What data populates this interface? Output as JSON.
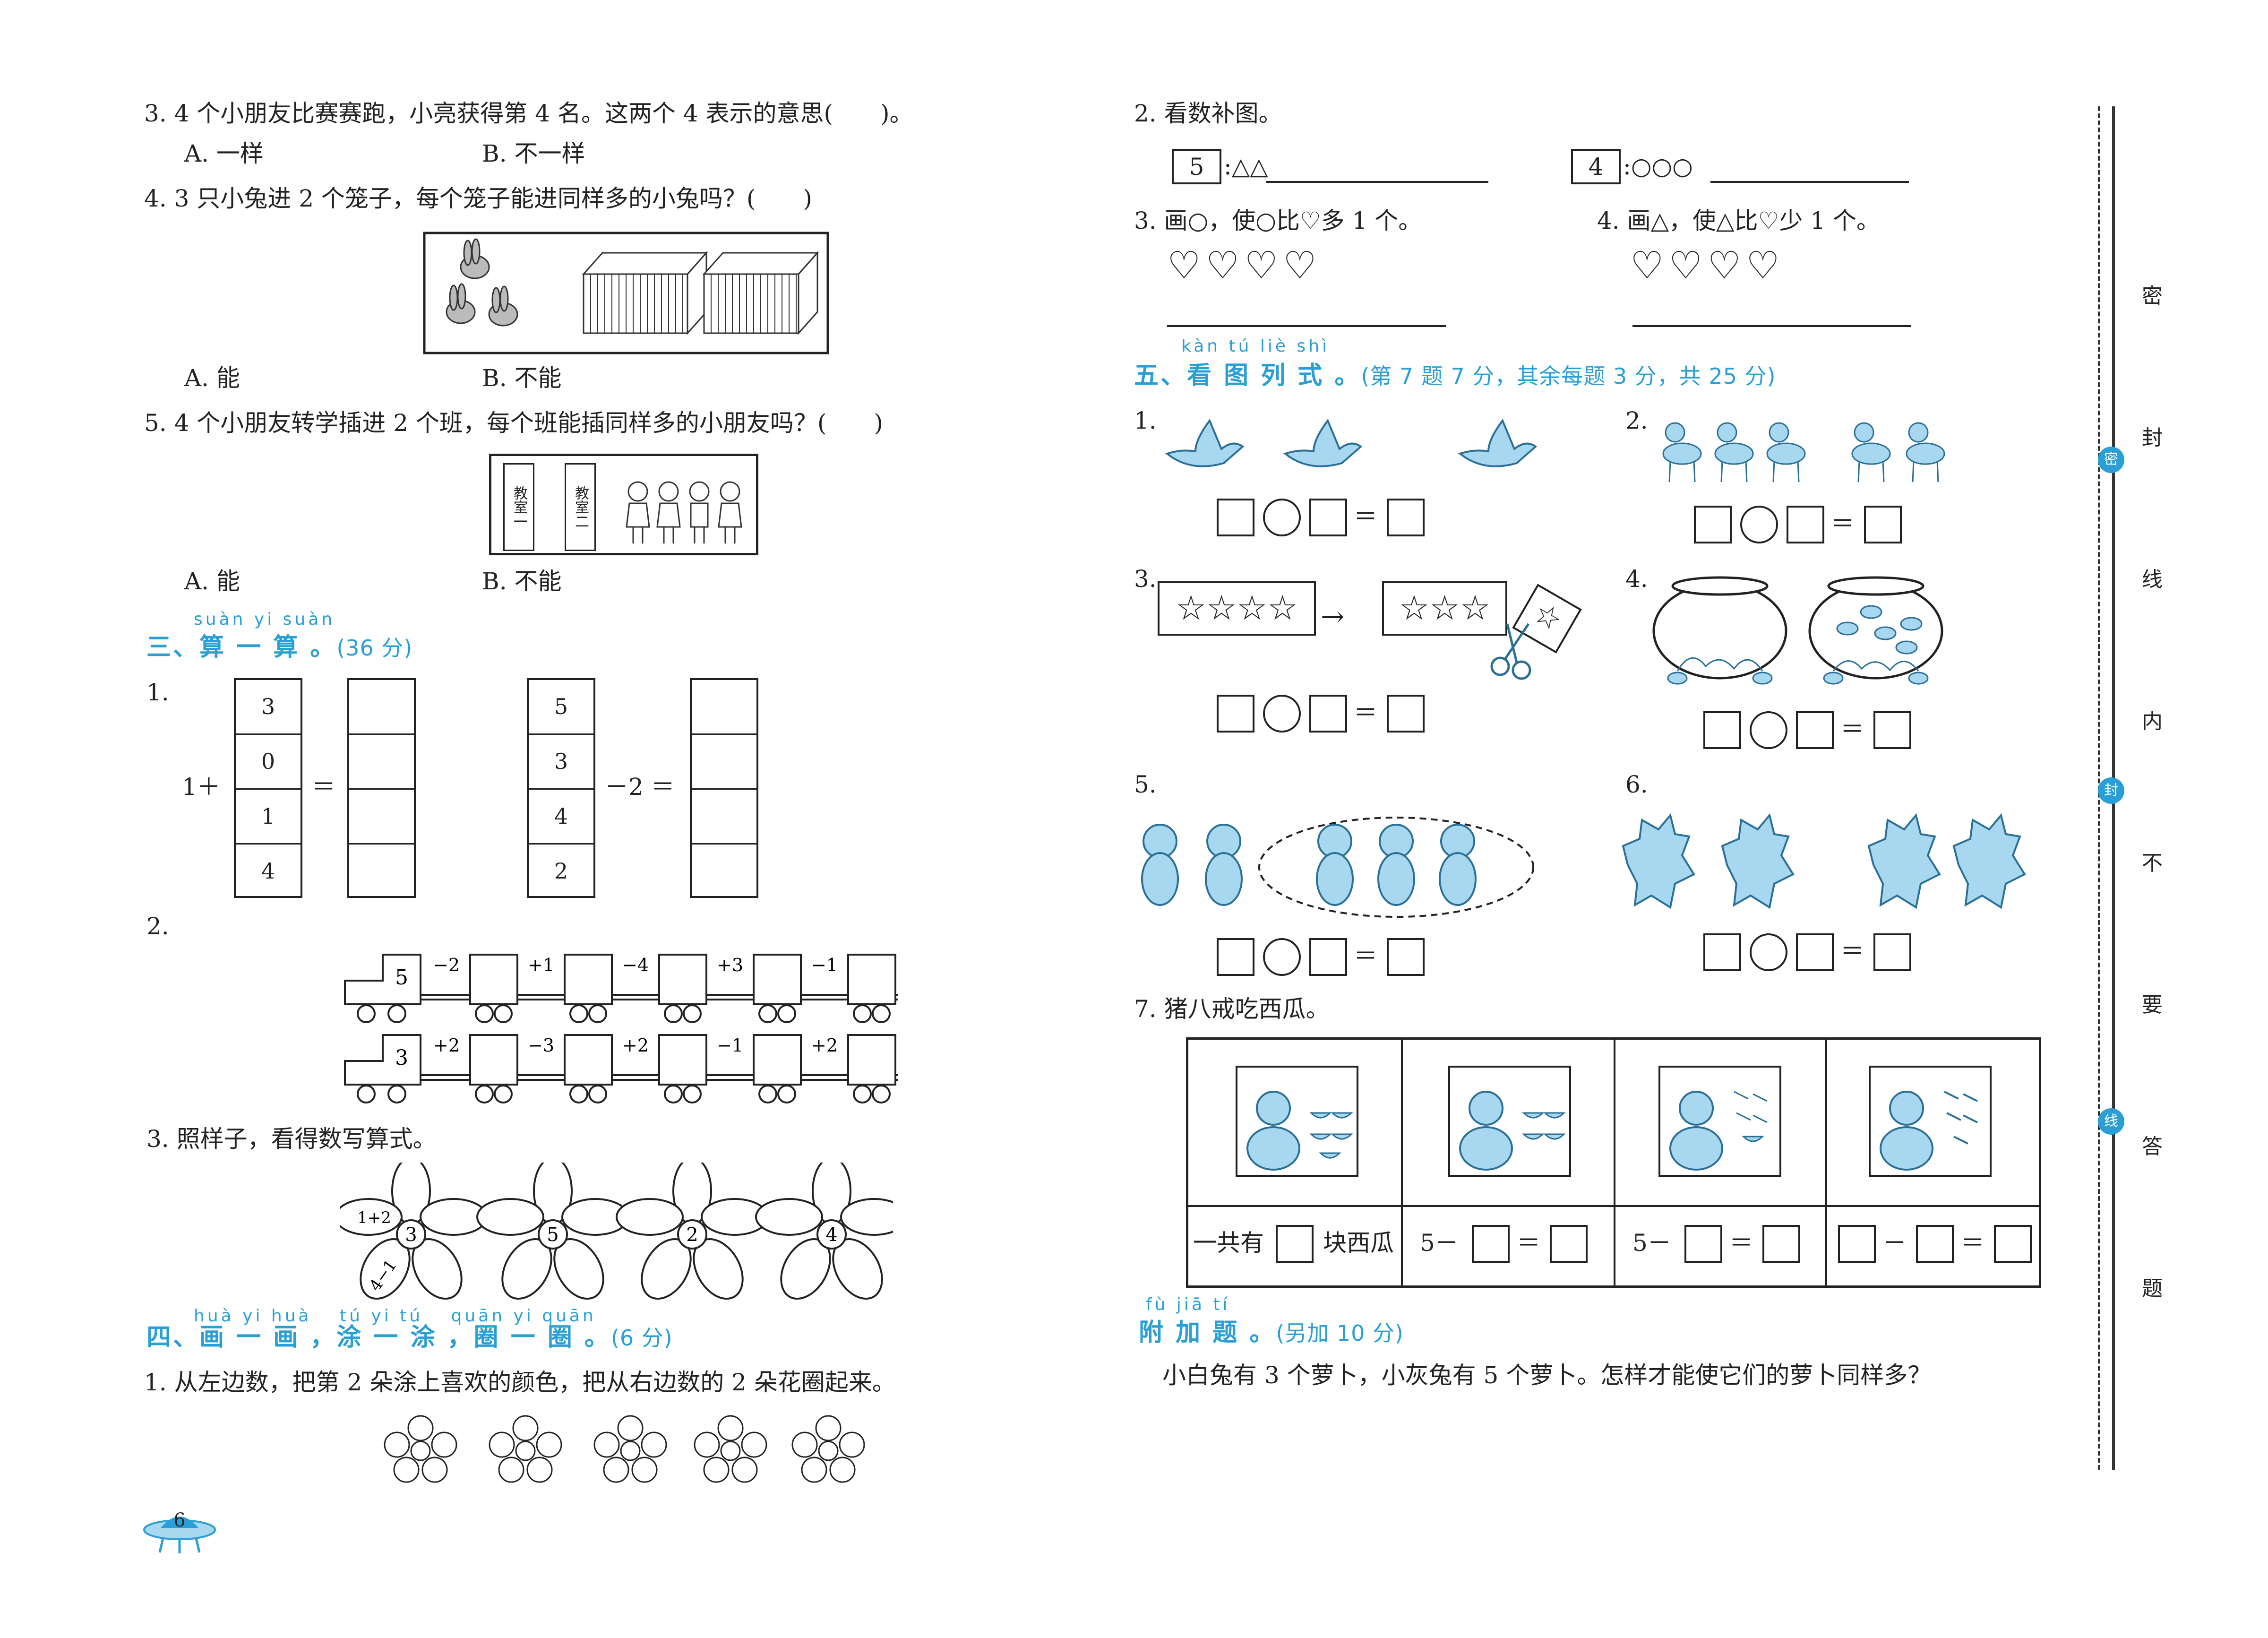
{
  "left": {
    "q3": {
      "text": "3. 4 个小朋友比赛赛跑，小亮获得第 4 名。这两个 4 表示的意思(　　)。",
      "a": "A. 一样",
      "b": "B. 不一样"
    },
    "q4": {
      "text": "4. 3 只小兔进 2 个笼子，每个笼子能进同样多的小兔吗？(　　)",
      "a": "A. 能",
      "b": "B. 不能"
    },
    "q5": {
      "text": "5. 4 个小朋友转学插进 2 个班，每个班能插同样多的小朋友吗？(　　)",
      "a": "A. 能",
      "b": "B. 不能",
      "room1": "教室一",
      "room2": "教室二"
    },
    "section3": {
      "pinyin": "suàn yi suàn",
      "title": "三、算 一 算 。",
      "points": "(36 分)"
    },
    "s3q1": {
      "label": "1.",
      "prefix": "1＋",
      "eq": "＝",
      "col1": [
        "3",
        "0",
        "1",
        "4"
      ],
      "col2": [
        "5",
        "3",
        "4",
        "2"
      ],
      "minus": "－2 ＝"
    },
    "s3q2": {
      "label": "2.",
      "train1": {
        "start": "5",
        "ops": [
          "−2",
          "+1",
          "−4",
          "+3",
          "−1"
        ]
      },
      "train2": {
        "start": "3",
        "ops": [
          "+2",
          "−3",
          "+2",
          "−1",
          "+2"
        ]
      }
    },
    "s3q3": {
      "label": "3. 照样子，看得数写算式。",
      "flowers": [
        "3",
        "5",
        "2",
        "4"
      ],
      "ex1": "1+2",
      "ex2": "4−1"
    },
    "section4": {
      "pinyin": "huà yi huà　 tú yi tú　 quān yi quān",
      "title": "四、画 一 画 ，涂 一 涂 ，圈 一 圈 。",
      "points": "(6 分)"
    },
    "s4q1": {
      "text": "1. 从左边数，把第 2 朵涂上喜欢的颜色，把从右边数的 2 朵花圈起来。"
    },
    "page_number": "6"
  },
  "right": {
    "q2": {
      "text": "2. 看数补图。",
      "n1": "5",
      "shapes1": "△△",
      "n2": "4",
      "shapes2": "○○○"
    },
    "q3": {
      "text": "3. 画○，使○比♡多 1 个。",
      "hearts": "♡♡♡♡"
    },
    "q4": {
      "text": "4. 画△，使△比♡少 1 个。",
      "hearts": "♡♡♡♡"
    },
    "section5": {
      "pinyin": "kàn tú liè shì",
      "title": "五、看 图 列 式 。",
      "points": "(第 7 题 7 分，其余每题 3 分，共 25 分)"
    },
    "items": {
      "l1": "1.",
      "l2": "2.",
      "l3": "3.",
      "l4": "4.",
      "l5": "5.",
      "l6": "6.",
      "eq": "＝",
      "stars5": "☆☆☆☆",
      "stars3": "☆☆☆",
      "star1": "☆"
    },
    "q7": {
      "text": "7. 猪八戒吃西瓜。",
      "c1a": "一共有",
      "c1b": "块西瓜",
      "five": "5－",
      "minus": "－",
      "eq": "＝"
    },
    "bonus": {
      "pinyin": "fù jiā tí",
      "title": "附 加 题 。",
      "points": "(另加 10 分)",
      "text": "小白兔有 3 个萝卜，小灰兔有 5 个萝卜。怎样才能使它们的萝卜同样多？"
    }
  },
  "binding": {
    "chars": [
      "密",
      "封",
      "线",
      "内",
      "不",
      "要",
      "答",
      "题"
    ],
    "small": [
      "密",
      "封",
      "线"
    ]
  },
  "colors": {
    "accent": "#2a9fd6",
    "animal": "#a8d8f0"
  }
}
